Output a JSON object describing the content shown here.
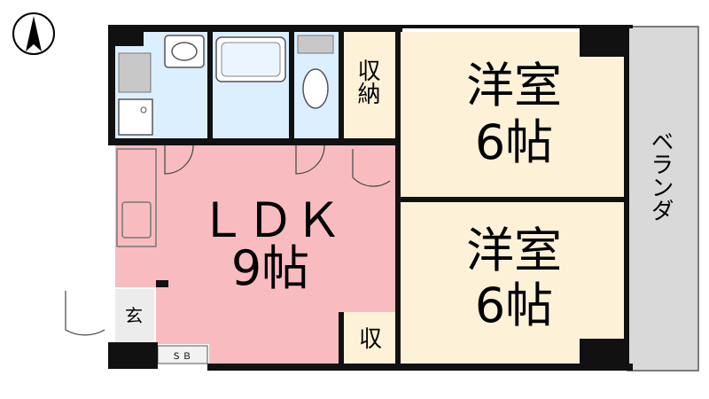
{
  "north_symbol": "north-arrow",
  "colors": {
    "ldk": "#f8bcc0",
    "wet_area": "#dcefff",
    "bedroom": "#fdf2d8",
    "storage": "#fdf2d8",
    "balcony": "#d9d9d9",
    "wall": "#111111"
  },
  "rooms": {
    "ldk": {
      "name": "ＬＤＫ",
      "size": "9帖"
    },
    "western_room_1": {
      "name": "洋室",
      "size": "6帖"
    },
    "western_room_2": {
      "name": "洋室",
      "size": "6帖"
    },
    "storage_1": {
      "name": "収納"
    },
    "storage_2": {
      "name": "収"
    },
    "entrance": {
      "name": "玄"
    },
    "shoe_box": {
      "name": "ＳＢ"
    },
    "balcony": {
      "name": "ベランダ"
    }
  }
}
